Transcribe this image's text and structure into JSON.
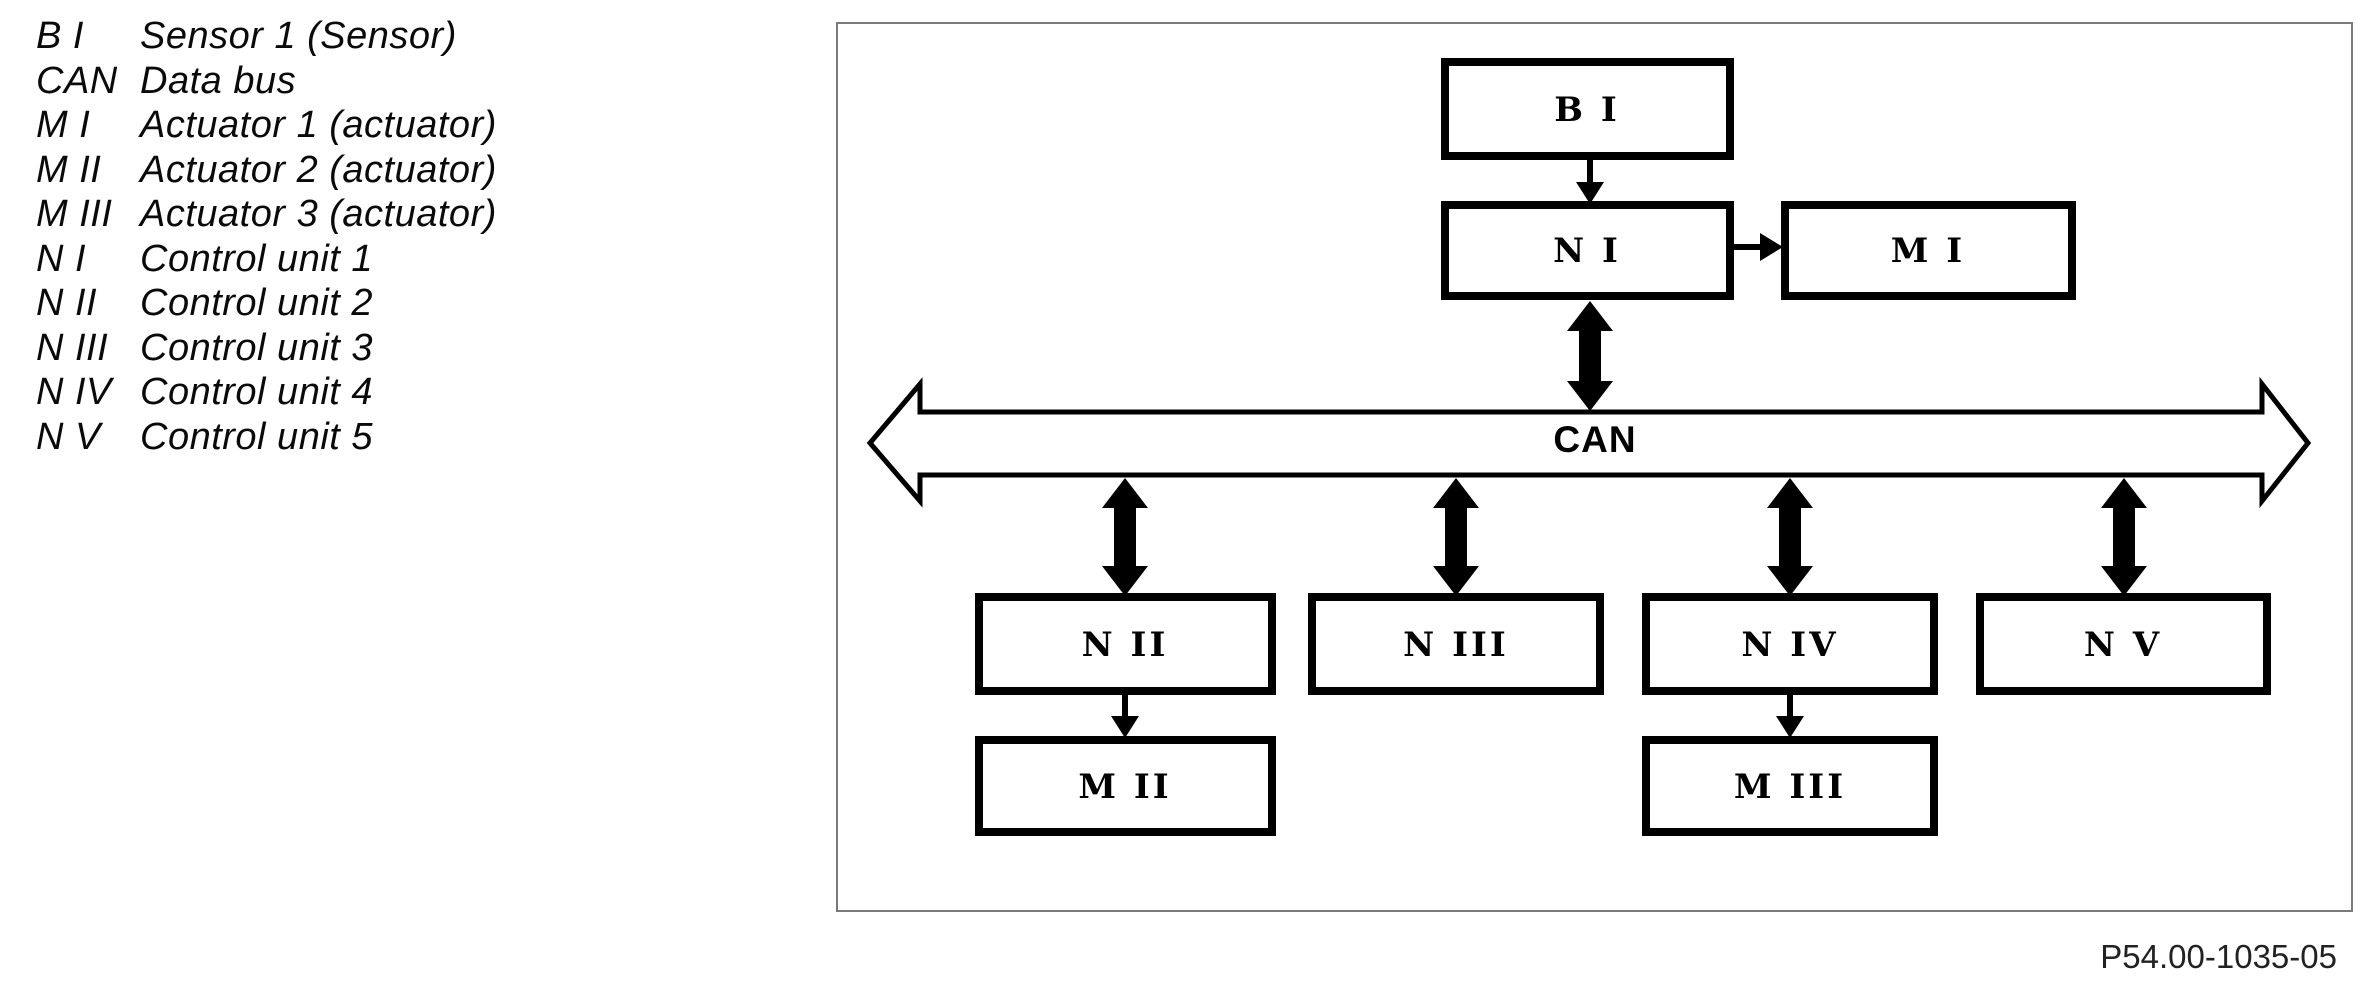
{
  "legend": {
    "items": [
      {
        "label": "B I",
        "description": "Sensor 1 (Sensor)"
      },
      {
        "label": "CAN",
        "description": "Data bus"
      },
      {
        "label": "M I",
        "description": "Actuator 1 (actuator)"
      },
      {
        "label": "M II",
        "description": "Actuator 2 (actuator)"
      },
      {
        "label": "M III",
        "description": "Actuator 3 (actuator)"
      },
      {
        "label": "N I",
        "description": "Control unit 1"
      },
      {
        "label": "N II",
        "description": "Control unit 2"
      },
      {
        "label": "N III",
        "description": "Control unit 3"
      },
      {
        "label": "N IV",
        "description": "Control unit 4"
      },
      {
        "label": "N V",
        "description": "Control unit 5"
      }
    ]
  },
  "diagram": {
    "nodes": {
      "b1": "B I",
      "n1": "N I",
      "m1": "M I",
      "bus": "CAN",
      "n2": "N II",
      "n3": "N III",
      "n4": "N IV",
      "n5": "N V",
      "m2": "M II",
      "m3": "M III"
    },
    "colors": {
      "line": "#000000",
      "frame_border": "#7a7a7a",
      "background": "#ffffff",
      "footer_text": "#222222"
    }
  },
  "footer": {
    "reference": "P54.00-1035-05"
  }
}
